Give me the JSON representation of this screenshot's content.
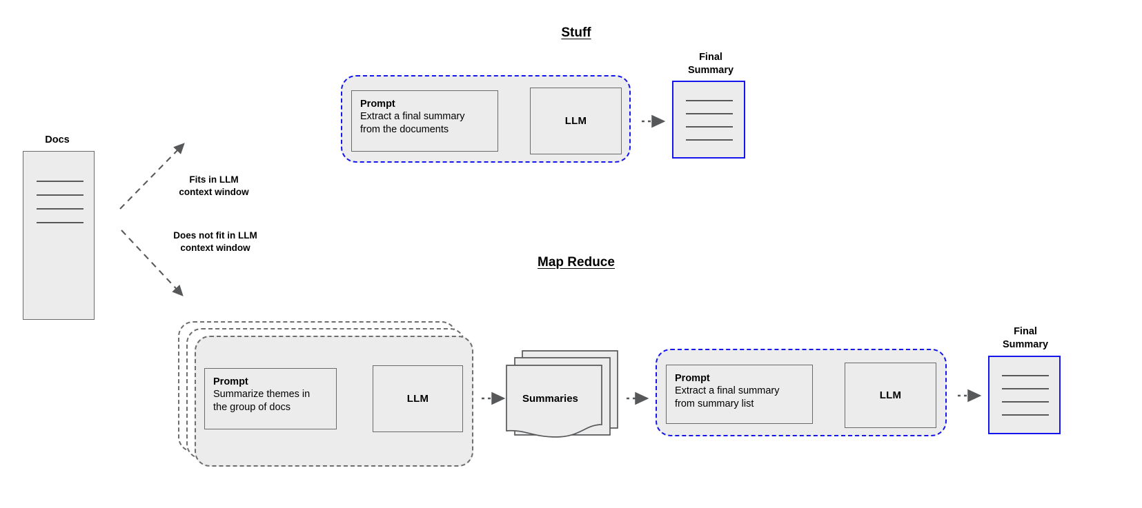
{
  "diagram": {
    "title_stuff": "Stuff",
    "title_map_reduce": "Map Reduce"
  },
  "docs": {
    "label": "Docs",
    "line_count": 4
  },
  "edges": {
    "fits": "Fits in LLM\ncontext window",
    "not_fits": "Does not fit in LLM\ncontext window"
  },
  "stuff": {
    "prompt": {
      "title": "Prompt",
      "text": "Extract a final summary\nfrom the documents"
    },
    "llm": "LLM",
    "final_summary": {
      "caption": "Final\nSummary",
      "line_count": 4
    }
  },
  "map_reduce": {
    "map": {
      "prompt": {
        "title": "Prompt",
        "text": "Summarize themes in\nthe group of docs"
      },
      "llm": "LLM",
      "stack_count": 3
    },
    "summaries": {
      "label": "Summaries",
      "stack_count": 3
    },
    "reduce": {
      "prompt": {
        "title": "Prompt",
        "text": "Extract a final summary\nfrom summary list"
      },
      "llm": "LLM"
    },
    "final_summary": {
      "caption": "Final\nSummary",
      "line_count": 4
    }
  },
  "colors": {
    "box_fill": "#ececec",
    "box_stroke": "#67696b",
    "blue": "#1414ef",
    "arrow": "#56585a",
    "dash_grey": "#6b6d6f"
  }
}
